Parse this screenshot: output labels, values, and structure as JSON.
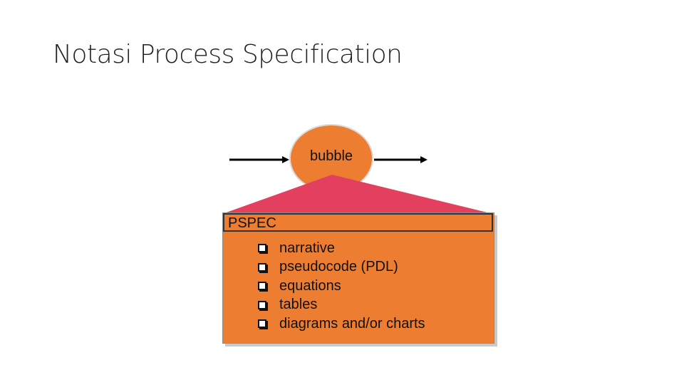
{
  "slide": {
    "title": "Notasi Process Specification"
  },
  "diagram": {
    "bubble_label": "bubble",
    "pspec_label": "PSPEC",
    "items": [
      {
        "label": "narrative"
      },
      {
        "label": "pseudocode (PDL)"
      },
      {
        "label": "equations"
      },
      {
        "label": "tables"
      },
      {
        "label": "diagrams and/or charts"
      }
    ],
    "colors": {
      "bubble": "#ed7d31",
      "triangle": "#e2405e",
      "pspec_box": "#ed7d31",
      "arrows": "#000000"
    }
  }
}
